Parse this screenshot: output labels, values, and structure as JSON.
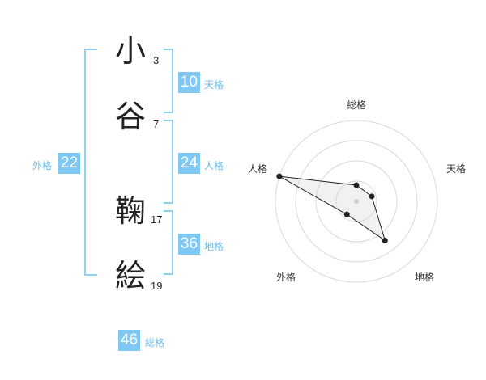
{
  "name": {
    "chars": [
      {
        "char": "小",
        "strokes": "3"
      },
      {
        "char": "谷",
        "strokes": "7"
      },
      {
        "char": "鞠",
        "strokes": "17"
      },
      {
        "char": "絵",
        "strokes": "19"
      }
    ]
  },
  "fortune": {
    "tenkaku": {
      "value": "10",
      "label": "天格"
    },
    "jinkaku": {
      "value": "24",
      "label": "人格"
    },
    "chikaku": {
      "value": "36",
      "label": "地格"
    },
    "gaikaku": {
      "value": "22",
      "label": "外格"
    },
    "soukaku": {
      "value": "46",
      "label": "総格"
    }
  },
  "colors": {
    "accent": "#7fc9f4",
    "bracket": "#8fd0f3",
    "label": "#6cbde9"
  },
  "chart_data": {
    "type": "radar",
    "axes": [
      "総格",
      "天格",
      "地格",
      "外格",
      "人格"
    ],
    "values": [
      1,
      1,
      3,
      1,
      5
    ],
    "range": [
      0,
      5
    ],
    "rings": 4
  }
}
